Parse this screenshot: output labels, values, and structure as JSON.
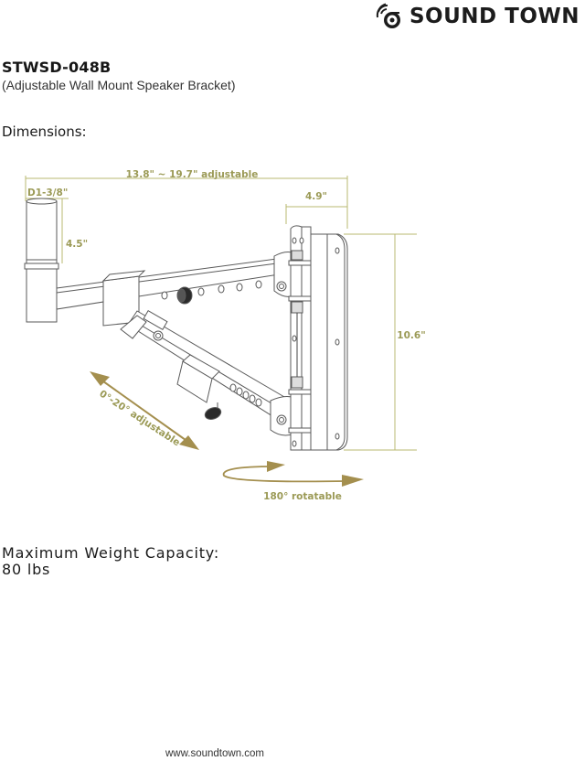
{
  "brand": {
    "name": "SOUND TOWN",
    "icon": "vinyl-record-sound-waves-icon"
  },
  "product": {
    "model": "STWSD-048B",
    "description": "(Adjustable Wall Mount Speaker Bracket)"
  },
  "dimensions": {
    "heading": "Dimensions:",
    "labels": {
      "arm_length": "13.8\" ~ 19.7\" adjustable",
      "pole_diameter": "D1-3/8\"",
      "pole_height": "4.5\"",
      "plate_depth": "4.9\"",
      "plate_height": "10.6\"",
      "tilt": "0°-20° adjustable",
      "rotation": "180° rotatable"
    },
    "colors": {
      "dimension_line": "#b9b872",
      "dimension_text": "#9b9a56",
      "arrow": "#a48f4e",
      "drawing_line": "#555555"
    }
  },
  "capacity": {
    "heading": "Maximum Weight Capacity:",
    "value": "80 lbs"
  },
  "footer": {
    "url": "www.soundtown.com"
  }
}
